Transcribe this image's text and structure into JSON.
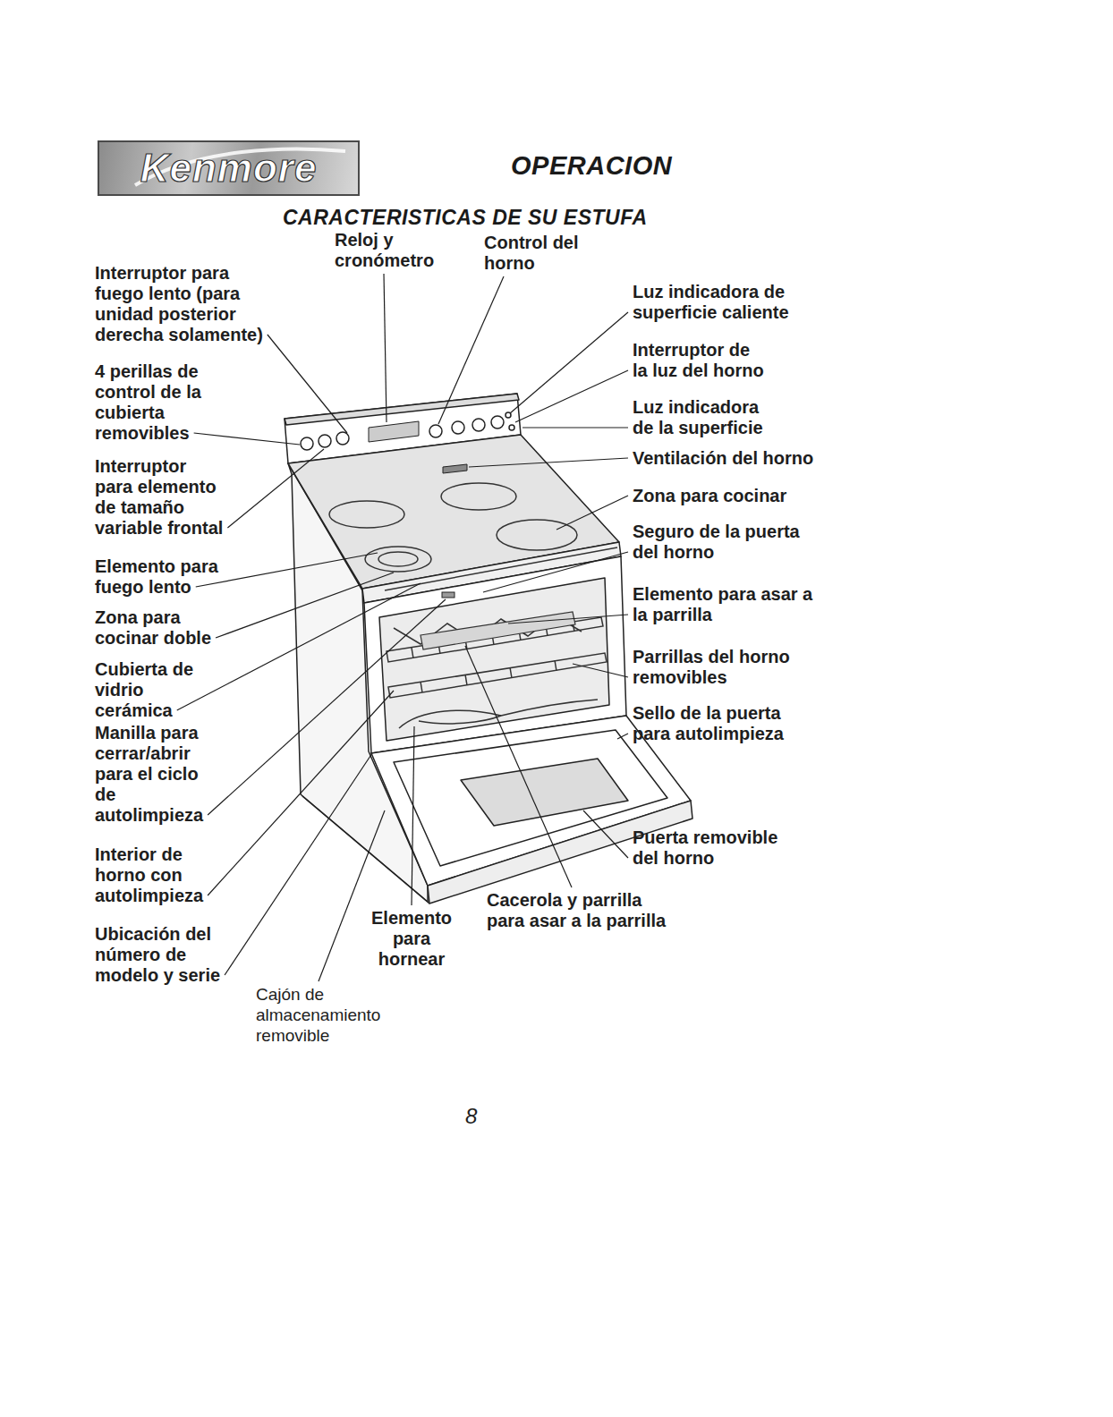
{
  "diagram": {
    "title": "OPERACION",
    "nodes": [
      {
        "text": [
          "Kenmore"
        ]
      }
    ],
    "labels": [
      "CARACTERISTICAS DE SU ESTUFA",
      "Interruptor para fuego lento (para unidad posterior derecha solamente)",
      "Reloj y cronómetro",
      "Control del horno",
      "Luz indicadora de superficie caliente",
      "Interruptor de la luz del horno",
      "Luz indicadora de la superficie",
      "4 perillas de control de la cubierta removibles",
      "Ventilación del horno",
      "Interruptor para elemento de tamaño variable frontal",
      "Zona para cocinar",
      "Seguro de la puerta del horno",
      "Elemento para fuego lento",
      "Elemento para asar a la parrilla",
      "Zona para cocinar doble",
      "Parrillas del horno removibles",
      "Cubierta de vidrio cerámica",
      "Sello de la puerta para autolimpieza",
      "Manilla para cerrar/abrir para el ciclo de autolimpieza",
      "Puerta removible del horno",
      "Interior de horno con autolimpieza",
      "Cacerola y parrilla para asar a la parrilla",
      "Elemento para hornear",
      "Ubicación del número de modelo y serie",
      "Cajón de almacenamiento removible",
      "8"
    ]
  }
}
